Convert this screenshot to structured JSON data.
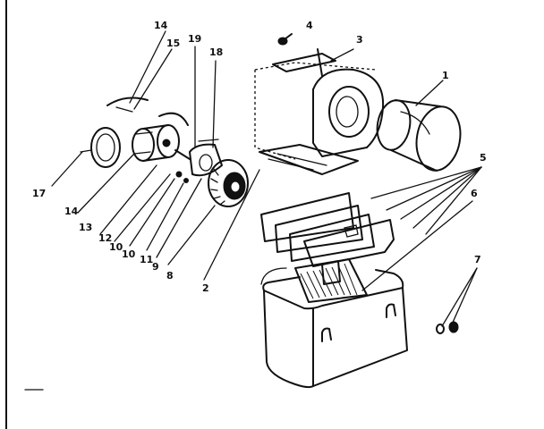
{
  "diagram": {
    "labels": {
      "p1": "1",
      "p2": "2",
      "p3": "3",
      "p4": "4",
      "p5": "5",
      "p6": "6",
      "p7": "7",
      "p8": "8",
      "p9": "9",
      "p10": "10",
      "p11": "11",
      "p12": "12",
      "p13": "13",
      "p14a": "14",
      "p14b": "14",
      "p15": "15",
      "p17": "17",
      "p18": "18",
      "p19": "19",
      "p19b": "10"
    }
  }
}
